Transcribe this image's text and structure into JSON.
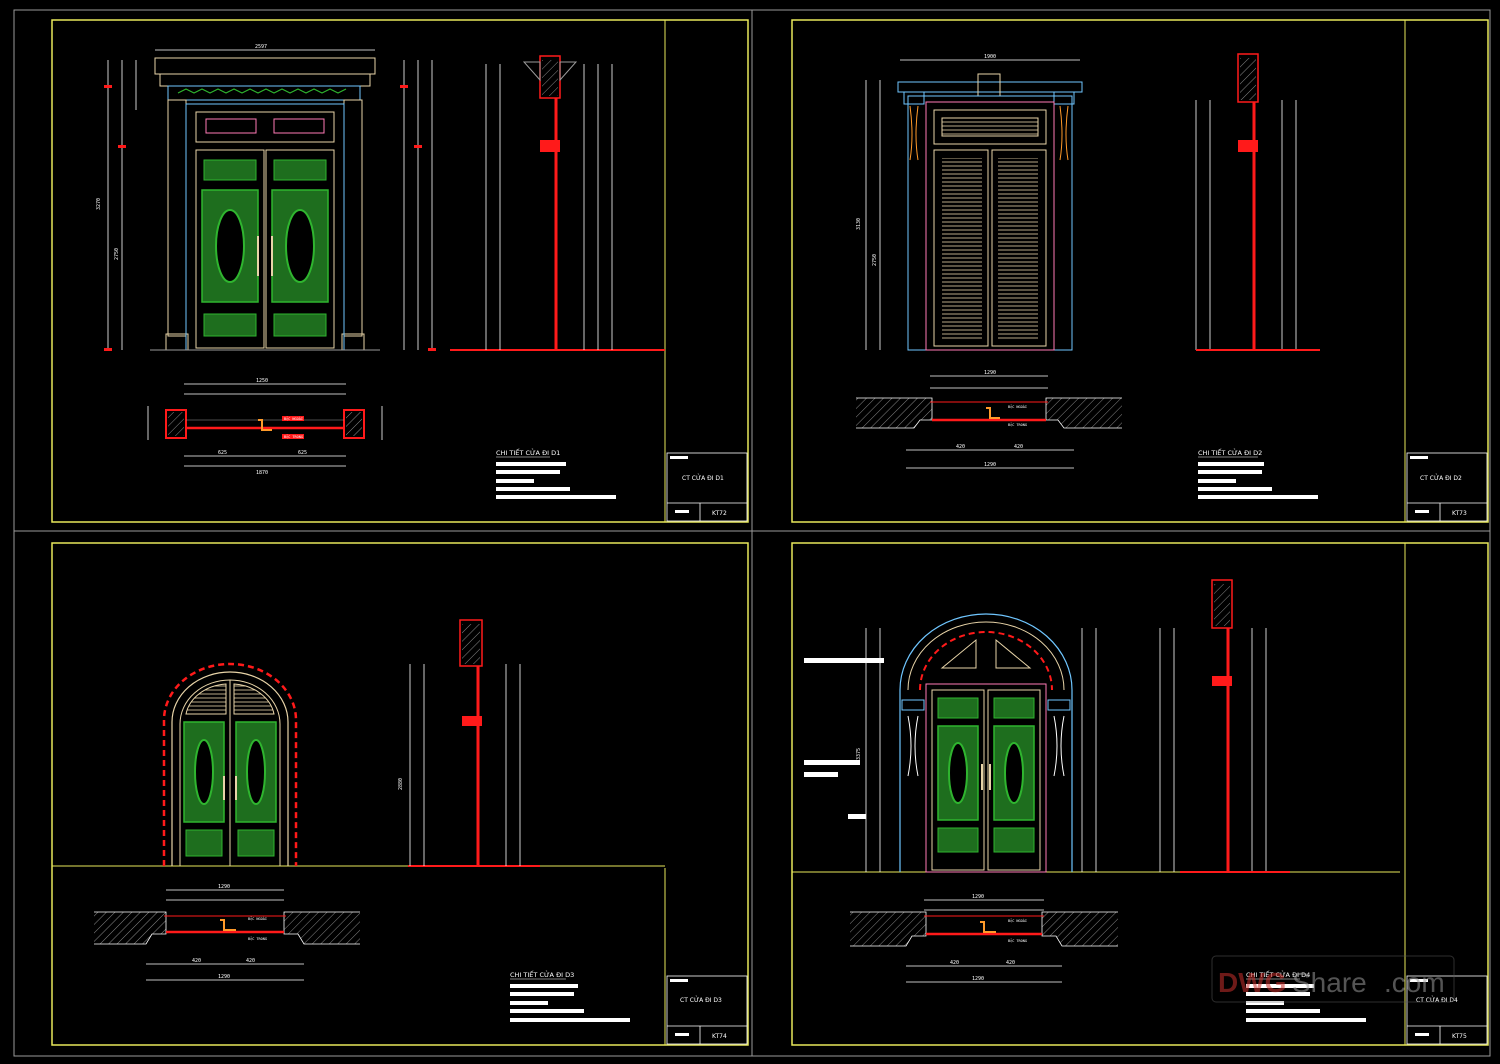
{
  "sheets": [
    {
      "id": "d1",
      "detail_title": "CHI TIẾT CỬA ĐI D1",
      "block_name": "CT CỬA ĐI D1",
      "sheet_no": "KT72",
      "top_width": "2597",
      "plan_total": "1870",
      "plan_inner": "1250",
      "plan_leaf": "625",
      "height_total": "3270",
      "height_door": "2750",
      "tags": [
        "BẬC NGOÀI",
        "BẬC TRONG"
      ]
    },
    {
      "id": "d2",
      "detail_title": "CHI TIẾT CỬA ĐI D2",
      "block_name": "CT CỬA ĐI D2",
      "sheet_no": "KT73",
      "top_width": "1900",
      "plan_total": "1290",
      "plan_leaf": "420",
      "height_total": "3130",
      "height_door": "2750",
      "tags": [
        "BẬC NGOÀI",
        "BẬC TRONG"
      ]
    },
    {
      "id": "d3",
      "detail_title": "CHI TIẾT CỬA ĐI D3",
      "block_name": "CT CỬA ĐI D3",
      "sheet_no": "KT74",
      "plan_total": "1290",
      "plan_leaf": "420",
      "height_total": "2880",
      "tags": [
        "BẬC NGOÀI",
        "BẬC TRONG"
      ]
    },
    {
      "id": "d4",
      "detail_title": "CHI TIẾT CỬA ĐI D4",
      "block_name": "CT CỬA ĐI D4",
      "sheet_no": "KT75",
      "plan_total": "1290",
      "plan_leaf": "420",
      "height_total": "3375",
      "tags": [
        "BẬC NGOÀI",
        "BẬC TRONG"
      ]
    }
  ],
  "watermark": {
    "brand_a": "DWG",
    "brand_b": "Share",
    "suffix": ".com"
  },
  "colors": {
    "background": "#000000",
    "sheet_border": "#e8e85a",
    "frame_outline": "#9a9a9a",
    "section_red": "#ff1a1a",
    "panel_green": "#2fb52f",
    "trim_cream": "#e8d4a8",
    "trim_blue": "#6fc6ff",
    "dimension_white": "#ffffff",
    "pink_outline": "#ff7ab6",
    "orange": "#ff9a2a"
  }
}
